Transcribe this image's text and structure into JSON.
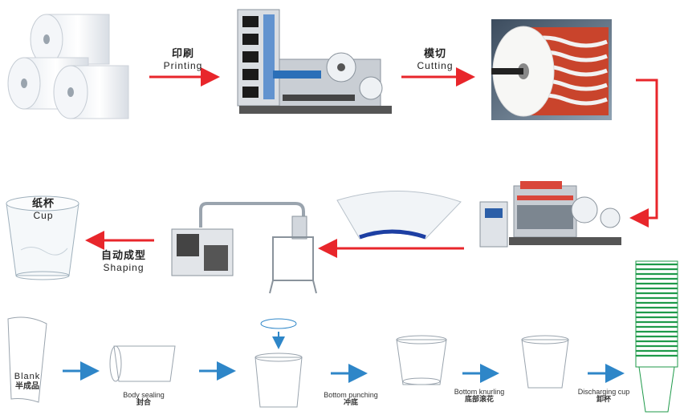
{
  "top_flow": {
    "printing": {
      "cn": "印刷",
      "en": "Printing"
    },
    "cutting": {
      "cn": "模切",
      "en": "Cutting"
    }
  },
  "middle_flow": {
    "shaping": {
      "cn": "自动成型",
      "en": "Shaping"
    },
    "cup": {
      "cn": "纸杯",
      "en": "Cup"
    }
  },
  "bottom_flow": {
    "steps": [
      {
        "en": "Blank",
        "cn": "半成品"
      },
      {
        "en": "Body sealing",
        "cn": "封合"
      },
      {
        "en": "Bottom punching",
        "cn": "冲底"
      },
      {
        "en": "Bottom knurling",
        "cn": "底部滚花"
      },
      {
        "en": "Discharging cup",
        "cn": "卸杯"
      }
    ]
  },
  "colors": {
    "red_arrow": "#e8262b",
    "blue_arrow": "#2e86c8",
    "stack_green": "#1f9a4a",
    "blank_blue": "#1d3fa3"
  }
}
